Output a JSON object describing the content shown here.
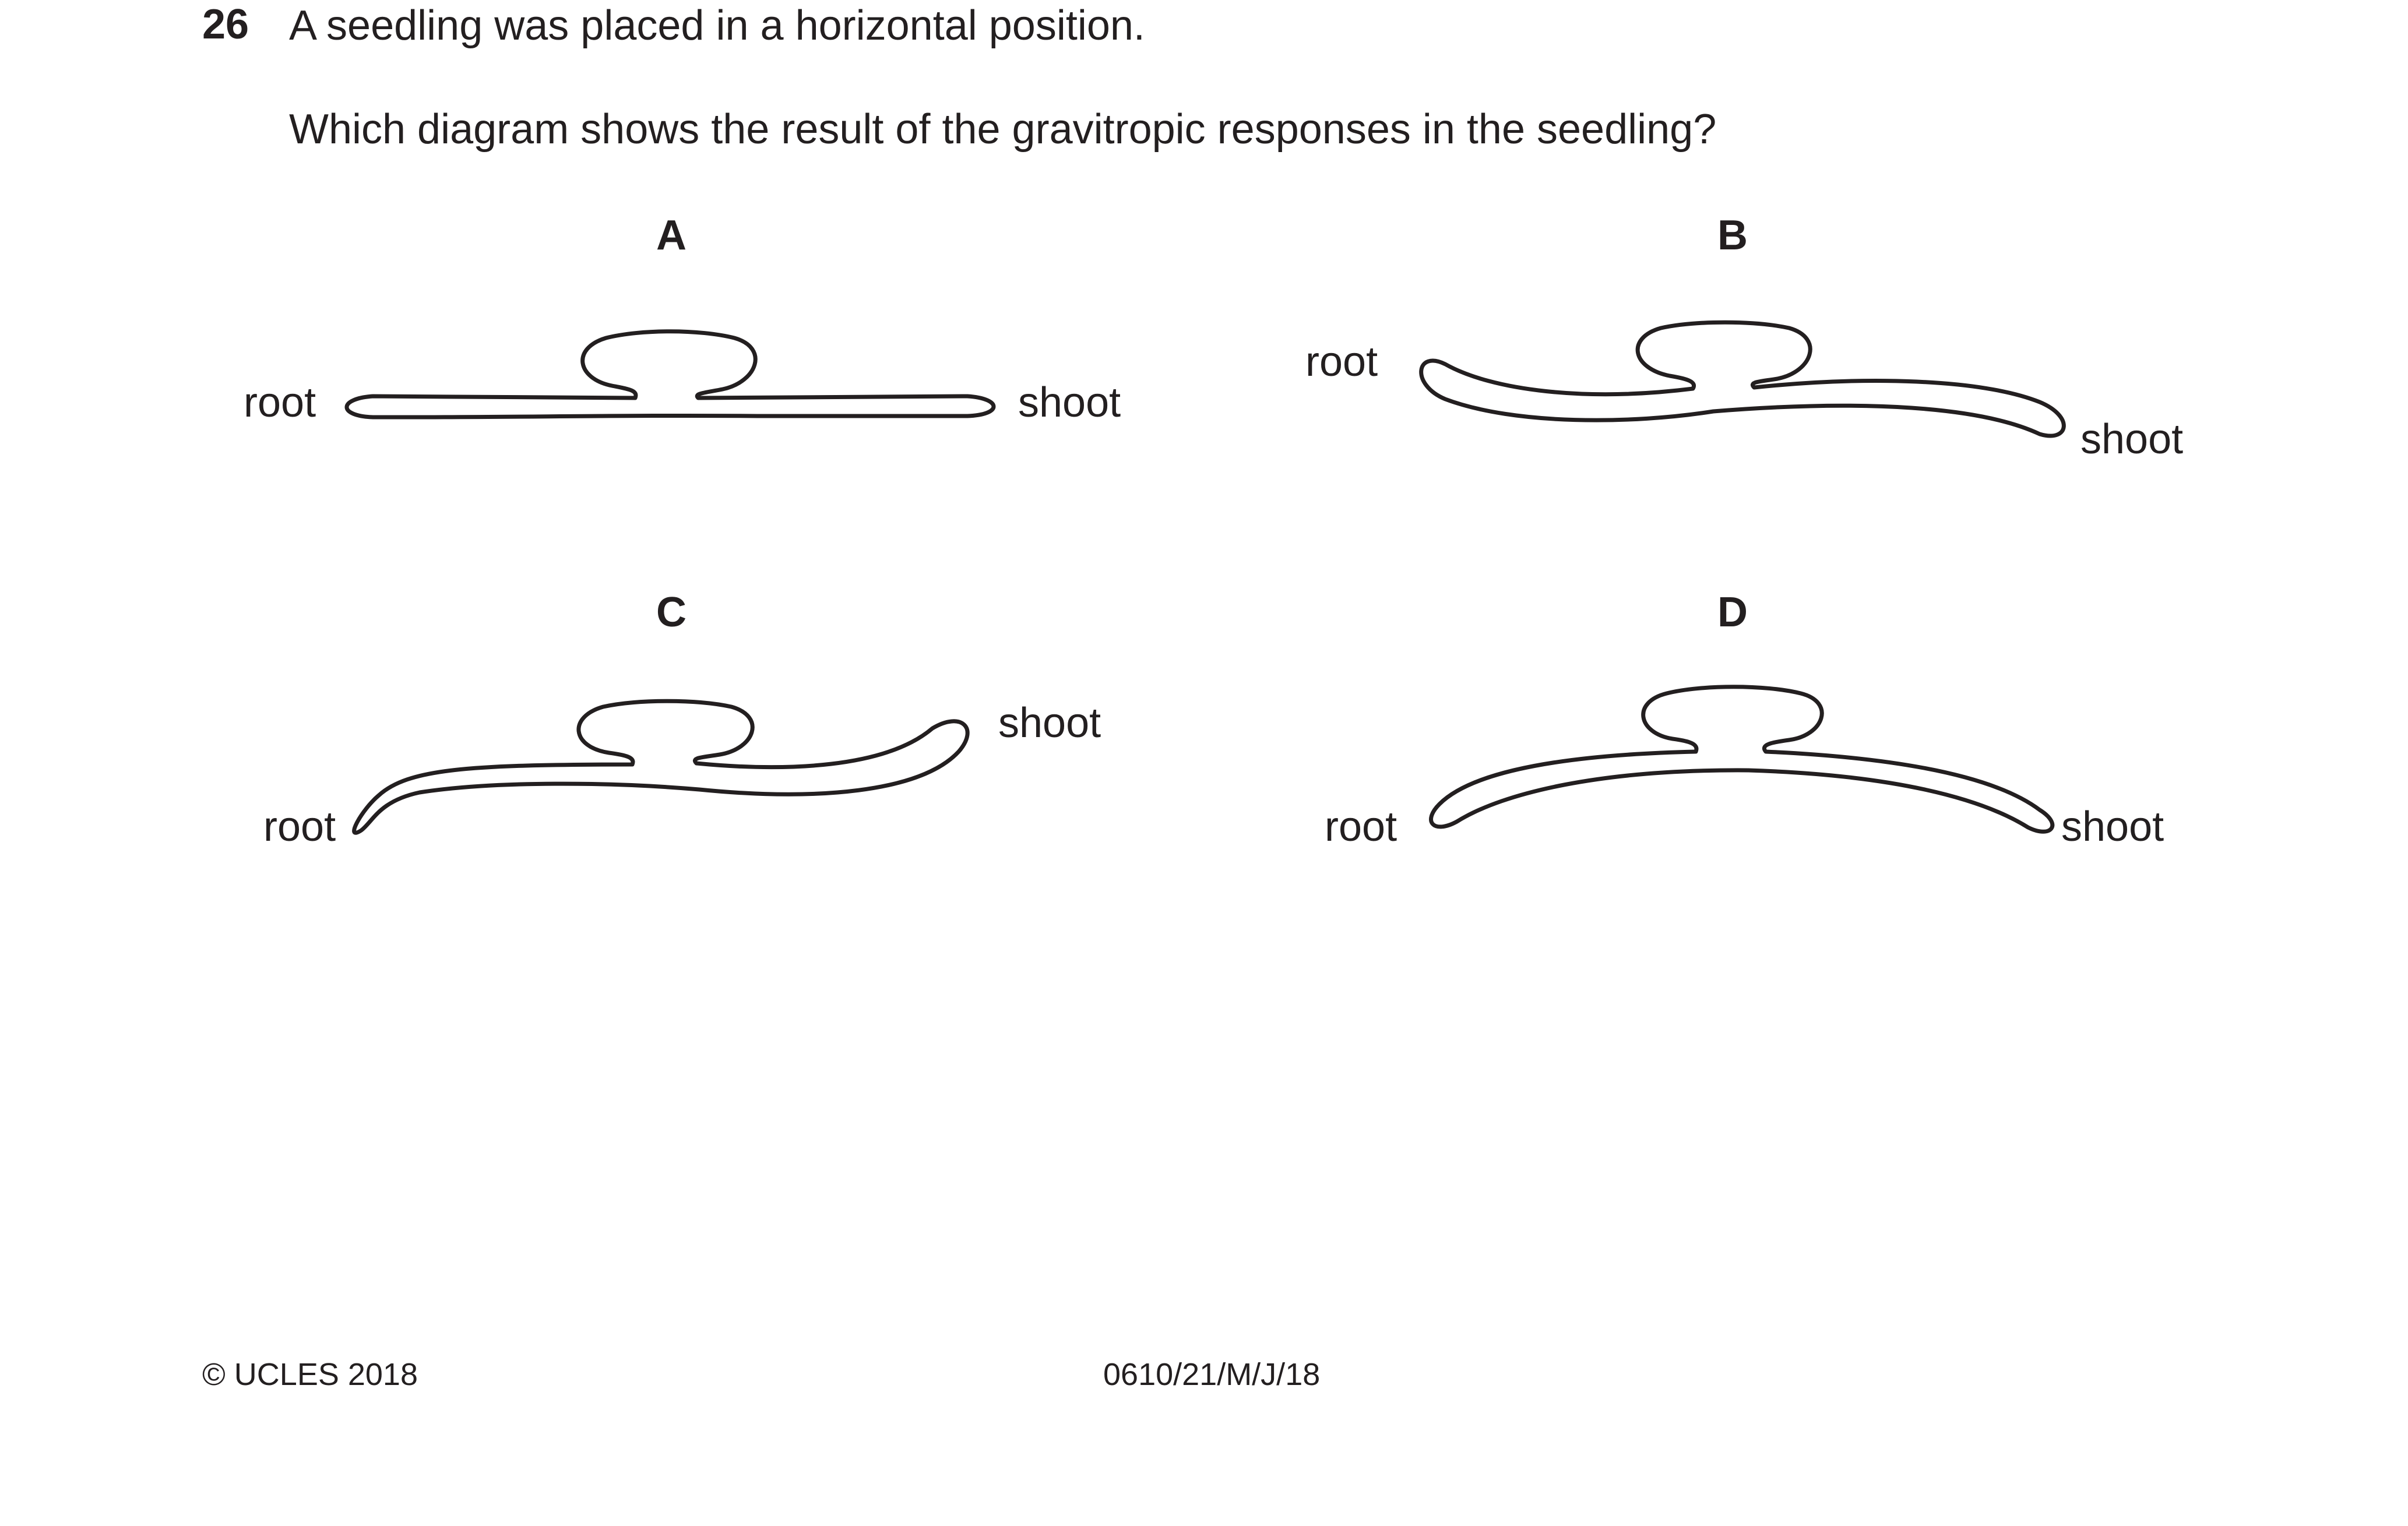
{
  "question": {
    "number": "26",
    "stem": "A seedling was placed in a horizontal position.",
    "prompt": "Which diagram shows the result of the gravitropic responses in the seedling?"
  },
  "options": [
    {
      "letter": "A",
      "root_label": "root",
      "shoot_label": "shoot"
    },
    {
      "letter": "B",
      "root_label": "root",
      "shoot_label": "shoot"
    },
    {
      "letter": "C",
      "root_label": "root",
      "shoot_label": "shoot"
    },
    {
      "letter": "D",
      "root_label": "root",
      "shoot_label": "shoot"
    }
  ],
  "footer": {
    "copyright": "© UCLES 2018",
    "code": "0610/21/M/J/18"
  },
  "colors": {
    "ink": "#231f20",
    "background": "#ffffff"
  }
}
